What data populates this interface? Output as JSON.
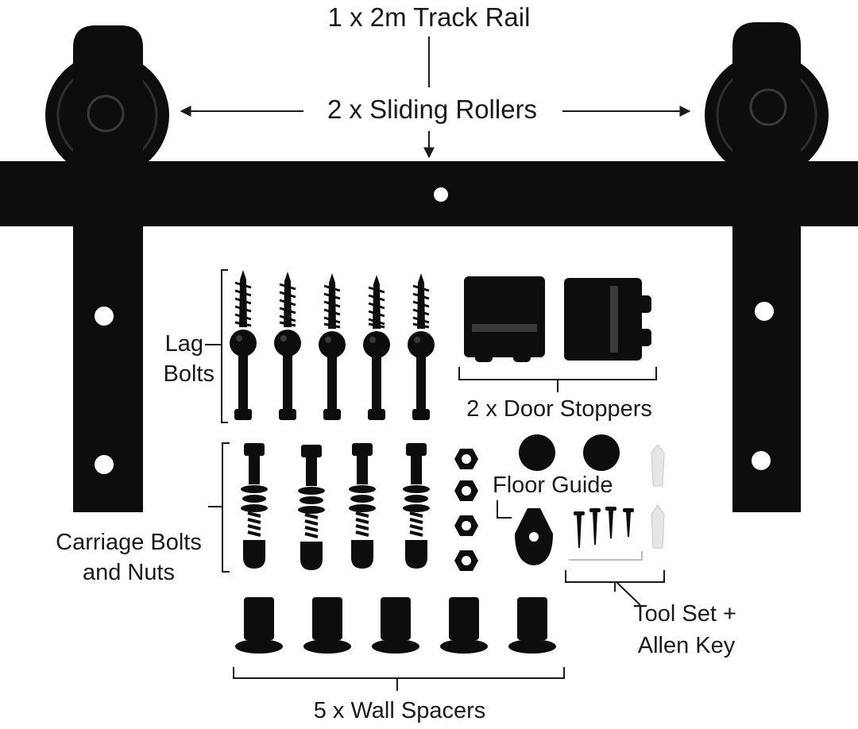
{
  "labels": {
    "track_rail": "1 x 2m Track Rail",
    "sliding_rollers": "2 x Sliding Rollers",
    "lag_bolts_line1": "Lag",
    "lag_bolts_line2": "Bolts",
    "door_stoppers": "2 x Door Stoppers",
    "floor_guide": "Floor Guide",
    "carriage_line1": "Carriage Bolts",
    "carriage_line2": "and Nuts",
    "tool_set_line1": "Tool Set +",
    "tool_set_line2": "Allen Key",
    "wall_spacers": "5 x Wall Spacers"
  },
  "colors": {
    "hardware": "#0d0d0d",
    "highlight": "#3a3a3a",
    "label_text": "#1a1a1a",
    "background": "#ffffff"
  },
  "counts": {
    "lag_bolts": 5,
    "carriage_bolts": 4,
    "hex_nuts": 4,
    "wall_spacers": 5,
    "door_stoppers": 2,
    "rollers": 2
  }
}
